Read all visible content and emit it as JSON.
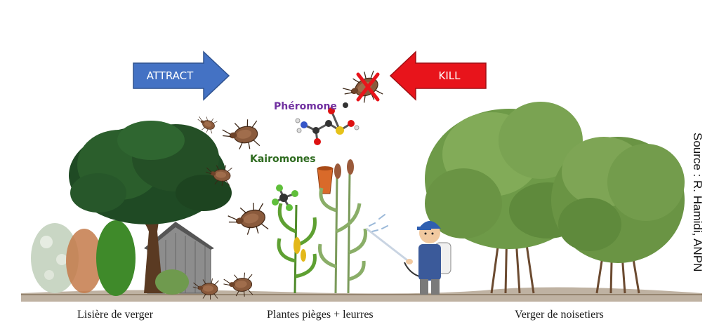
{
  "arrows": {
    "attract": {
      "label": "ATTRACT",
      "color": "#4472c4"
    },
    "kill": {
      "label": "KILL",
      "color": "#e8141b"
    }
  },
  "labels": {
    "pheromone": {
      "text": "Phéromone",
      "color": "#7030a0"
    },
    "kairomones": {
      "text": "Kairomones",
      "color": "#2e6b1f"
    }
  },
  "captions": {
    "left": "Lisière de verger",
    "center": "Plantes pièges + leurres",
    "right": "Verger de noisetiers"
  },
  "source": "Source : R. Hamidi, ANPN",
  "icons": [
    "stink-bug-icon",
    "tree-icon",
    "barn-icon",
    "corn-plant-icon",
    "sorghum-plant-icon",
    "molecule-icon",
    "lure-trap-icon",
    "farmer-sprayer-icon",
    "hazelnut-shrub-icon",
    "red-cross-icon"
  ]
}
